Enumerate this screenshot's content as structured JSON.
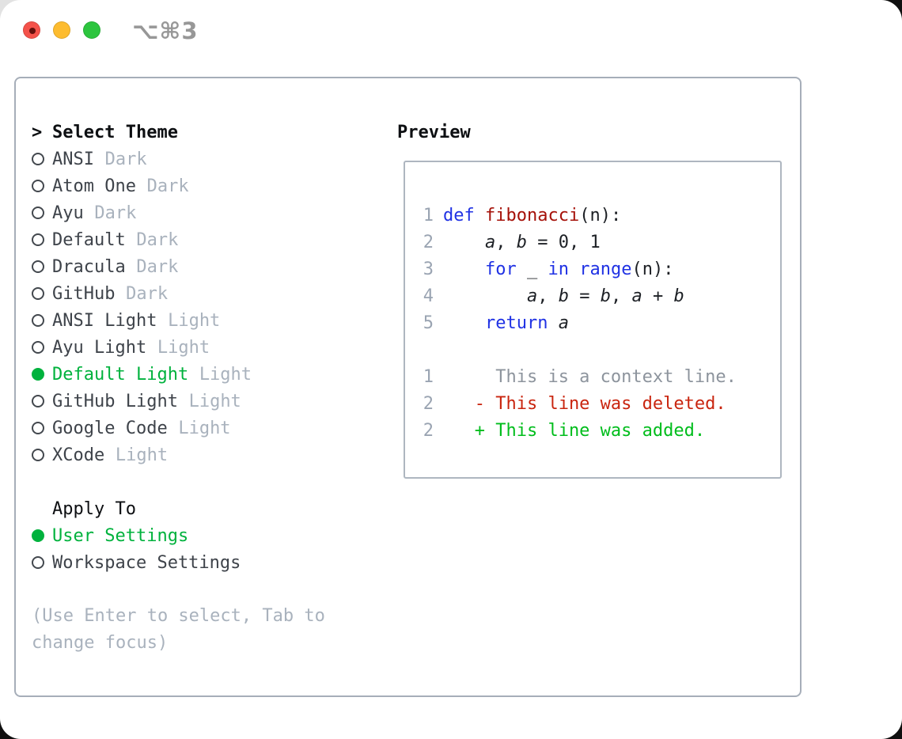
{
  "titlebar": {
    "shortcut": "⌥⌘3",
    "traffic_lights": [
      {
        "name": "close",
        "color": "#f4524a"
      },
      {
        "name": "minimize",
        "color": "#fdbc2f"
      },
      {
        "name": "zoom",
        "color": "#2cc53e"
      }
    ]
  },
  "theme_panel": {
    "caret": ">",
    "title": "Select Theme",
    "items": [
      {
        "label": "ANSI",
        "variant": "Dark",
        "selected": false
      },
      {
        "label": "Atom One",
        "variant": "Dark",
        "selected": false
      },
      {
        "label": "Ayu",
        "variant": "Dark",
        "selected": false
      },
      {
        "label": "Default",
        "variant": "Dark",
        "selected": false
      },
      {
        "label": "Dracula",
        "variant": "Dark",
        "selected": false
      },
      {
        "label": "GitHub",
        "variant": "Dark",
        "selected": false
      },
      {
        "label": "ANSI Light",
        "variant": "Light",
        "selected": false
      },
      {
        "label": "Ayu Light",
        "variant": "Light",
        "selected": false
      },
      {
        "label": "Default Light",
        "variant": "Light",
        "selected": true
      },
      {
        "label": "GitHub Light",
        "variant": "Light",
        "selected": false
      },
      {
        "label": "Google Code",
        "variant": "Light",
        "selected": false
      },
      {
        "label": "XCode",
        "variant": "Light",
        "selected": false
      }
    ]
  },
  "apply_panel": {
    "title": "Apply To",
    "options": [
      {
        "label": "User Settings",
        "selected": true
      },
      {
        "label": "Workspace Settings",
        "selected": false
      }
    ]
  },
  "help_text": "(Use Enter to select, Tab to change focus)",
  "preview": {
    "title": "Preview",
    "code_lines": [
      {
        "num": "1",
        "tokens": [
          [
            "kw",
            "def"
          ],
          [
            "pl",
            " "
          ],
          [
            "fn",
            "fibonacci"
          ],
          [
            "pl",
            "(n):"
          ]
        ]
      },
      {
        "num": "2",
        "tokens": [
          [
            "pl",
            "    "
          ],
          [
            "var",
            "a"
          ],
          [
            "pl",
            ", "
          ],
          [
            "var",
            "b"
          ],
          [
            "pl",
            " = 0, 1"
          ]
        ]
      },
      {
        "num": "3",
        "tokens": [
          [
            "pl",
            "    "
          ],
          [
            "kw",
            "for"
          ],
          [
            "pl",
            " _ "
          ],
          [
            "kw",
            "in"
          ],
          [
            "pl",
            " "
          ],
          [
            "kw",
            "range"
          ],
          [
            "pl",
            "(n):"
          ]
        ]
      },
      {
        "num": "4",
        "tokens": [
          [
            "pl",
            "        "
          ],
          [
            "var",
            "a"
          ],
          [
            "pl",
            ", "
          ],
          [
            "var",
            "b"
          ],
          [
            "pl",
            " = "
          ],
          [
            "var",
            "b"
          ],
          [
            "pl",
            ", "
          ],
          [
            "var",
            "a"
          ],
          [
            "pl",
            " + "
          ],
          [
            "var",
            "b"
          ]
        ]
      },
      {
        "num": "5",
        "tokens": [
          [
            "pl",
            "    "
          ],
          [
            "kw",
            "return"
          ],
          [
            "pl",
            " "
          ],
          [
            "var",
            "a"
          ]
        ]
      }
    ],
    "diff_lines": [
      {
        "num": "1",
        "sign": " ",
        "text": "This is a context line.",
        "kind": "context"
      },
      {
        "num": "2",
        "sign": "-",
        "text": "This line was deleted.",
        "kind": "deleted"
      },
      {
        "num": "2",
        "sign": "+",
        "text": "This line was added.",
        "kind": "added"
      }
    ]
  },
  "colors": {
    "accent_green": "#00b23d",
    "added_green": "#00bd1c",
    "deleted_red": "#c9250f",
    "keyword_blue": "#2032e4",
    "function_red": "#a51109",
    "muted_gray": "#a9b2bd",
    "line_number_gray": "#9aa4b2",
    "context_gray": "#8d949d",
    "item_text": "#3e434a",
    "border_gray": "#a6aeb9",
    "traffic_red": "#f4524a",
    "traffic_yellow": "#fdbc2f",
    "traffic_green": "#2cc53e"
  }
}
